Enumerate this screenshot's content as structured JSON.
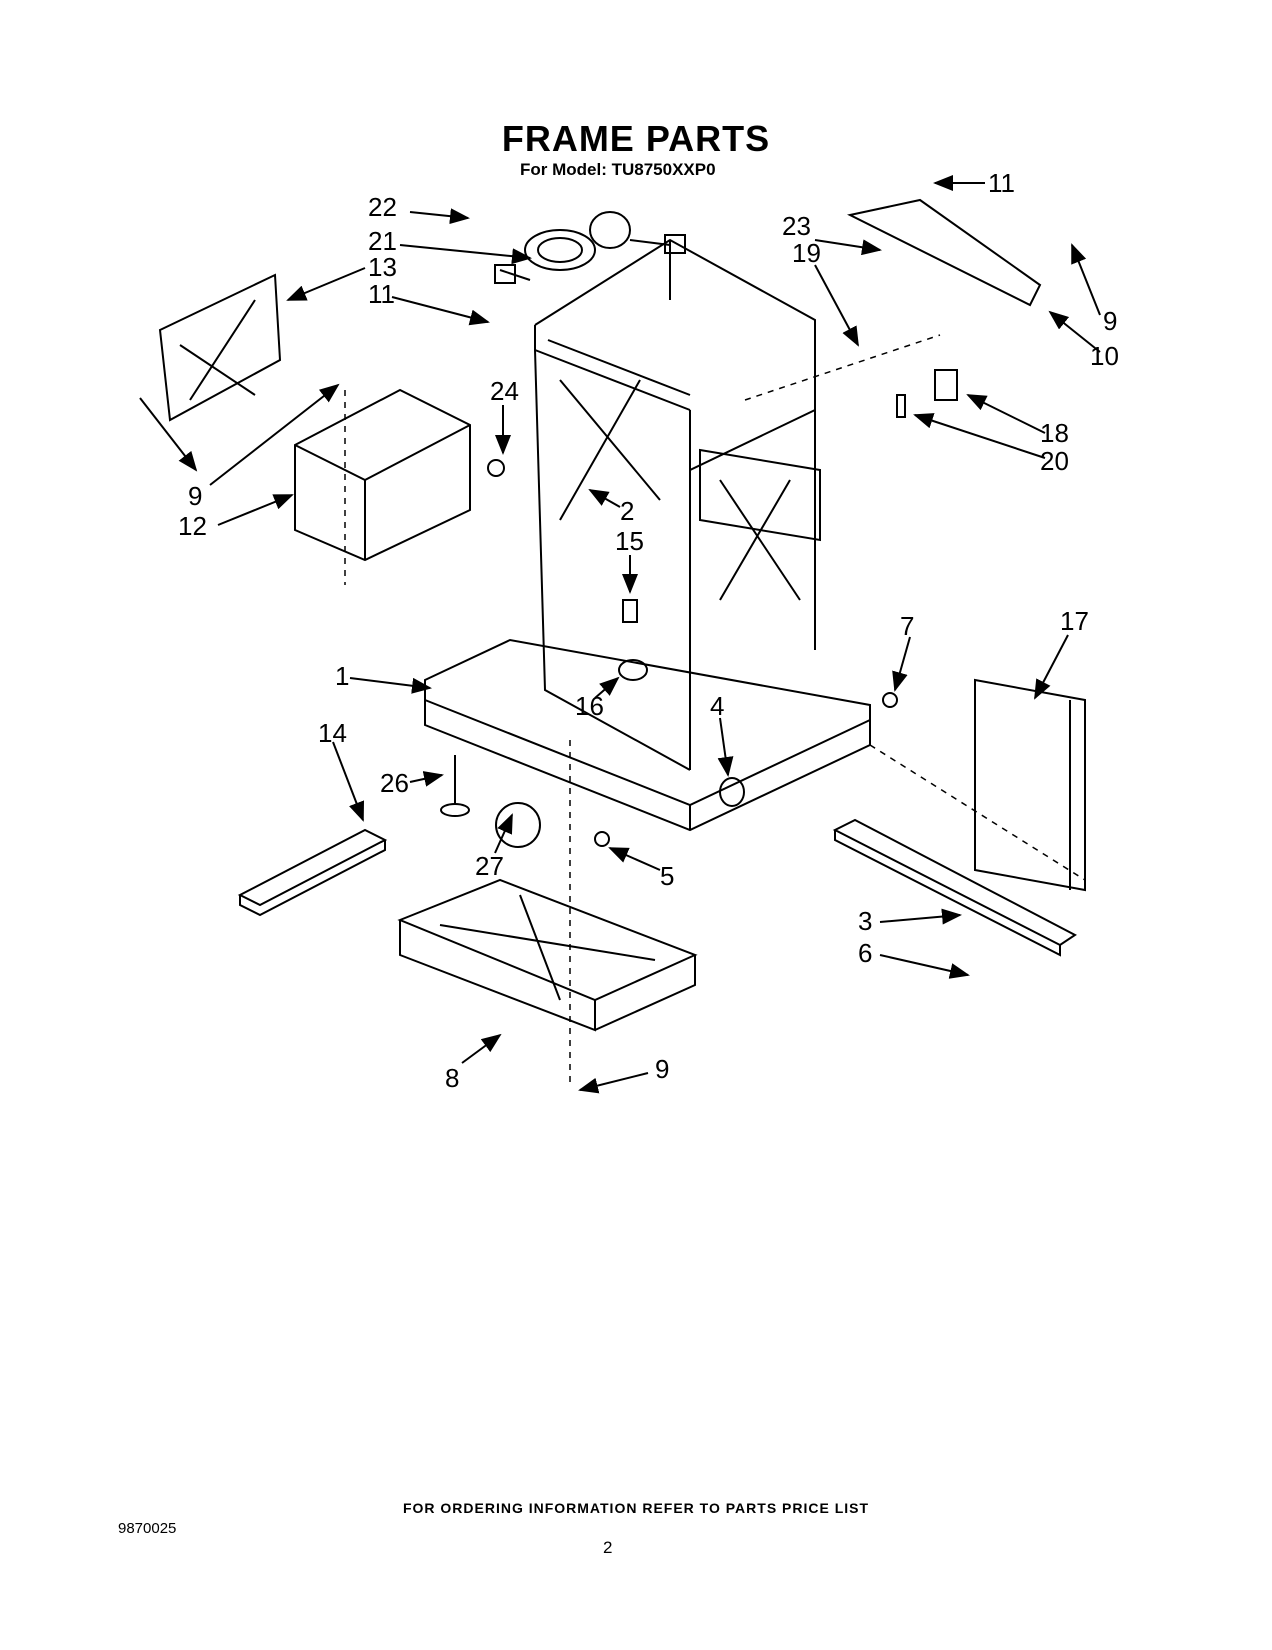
{
  "header": {
    "title": "FRAME PARTS",
    "model_line": "For Model: TU8750XXP0"
  },
  "callouts": [
    {
      "id": "c22",
      "label": "22"
    },
    {
      "id": "c21",
      "label": "21"
    },
    {
      "id": "c13",
      "label": "13"
    },
    {
      "id": "c11a",
      "label": "11"
    },
    {
      "id": "c11b",
      "label": "11"
    },
    {
      "id": "c23",
      "label": "23"
    },
    {
      "id": "c19",
      "label": "19"
    },
    {
      "id": "c9a",
      "label": "9"
    },
    {
      "id": "c10",
      "label": "10"
    },
    {
      "id": "c24",
      "label": "24"
    },
    {
      "id": "c18",
      "label": "18"
    },
    {
      "id": "c20",
      "label": "20"
    },
    {
      "id": "c9b",
      "label": "9"
    },
    {
      "id": "c12",
      "label": "12"
    },
    {
      "id": "c2",
      "label": "2"
    },
    {
      "id": "c15",
      "label": "15"
    },
    {
      "id": "c7",
      "label": "7"
    },
    {
      "id": "c17",
      "label": "17"
    },
    {
      "id": "c1",
      "label": "1"
    },
    {
      "id": "c14",
      "label": "14"
    },
    {
      "id": "c16",
      "label": "16"
    },
    {
      "id": "c4",
      "label": "4"
    },
    {
      "id": "c26",
      "label": "26"
    },
    {
      "id": "c27",
      "label": "27"
    },
    {
      "id": "c5",
      "label": "5"
    },
    {
      "id": "c3",
      "label": "3"
    },
    {
      "id": "c6",
      "label": "6"
    },
    {
      "id": "c8",
      "label": "8"
    },
    {
      "id": "c9c",
      "label": "9"
    }
  ],
  "footer": {
    "ordering_note": "FOR ORDERING INFORMATION REFER TO PARTS PRICE LIST",
    "document_number": "9870025",
    "page_number": "2"
  }
}
